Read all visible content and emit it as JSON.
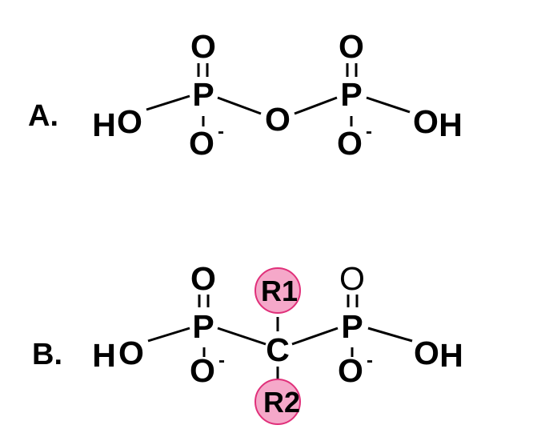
{
  "structures": [
    {
      "label": "A.",
      "atoms": {
        "left_h": "H",
        "left_o": "O",
        "p1": "P",
        "p1_top_o": "O",
        "p1_bottom_o": "O",
        "p1_charge": "-",
        "bridge": "O",
        "p2": "P",
        "p2_top_o": "O",
        "p2_bottom_o": "O",
        "p2_charge": "-",
        "right_o": "O",
        "right_h": "H"
      }
    },
    {
      "label": "B.",
      "atoms": {
        "left_h": "H",
        "left_o": "O",
        "p1": "P",
        "p1_top_o": "O",
        "p1_bottom_o": "O",
        "p1_charge": "-",
        "bridge": "C",
        "p2": "P",
        "p2_top_o": "O",
        "p2_bottom_o": "O",
        "p2_charge": "-",
        "right_o": "O",
        "right_h": "H"
      },
      "substituents": [
        "R1",
        "R2"
      ]
    }
  ],
  "colors": {
    "substituent_fill": "#f5a8c9",
    "substituent_stroke": "#e0307a",
    "bond": "#000000"
  }
}
